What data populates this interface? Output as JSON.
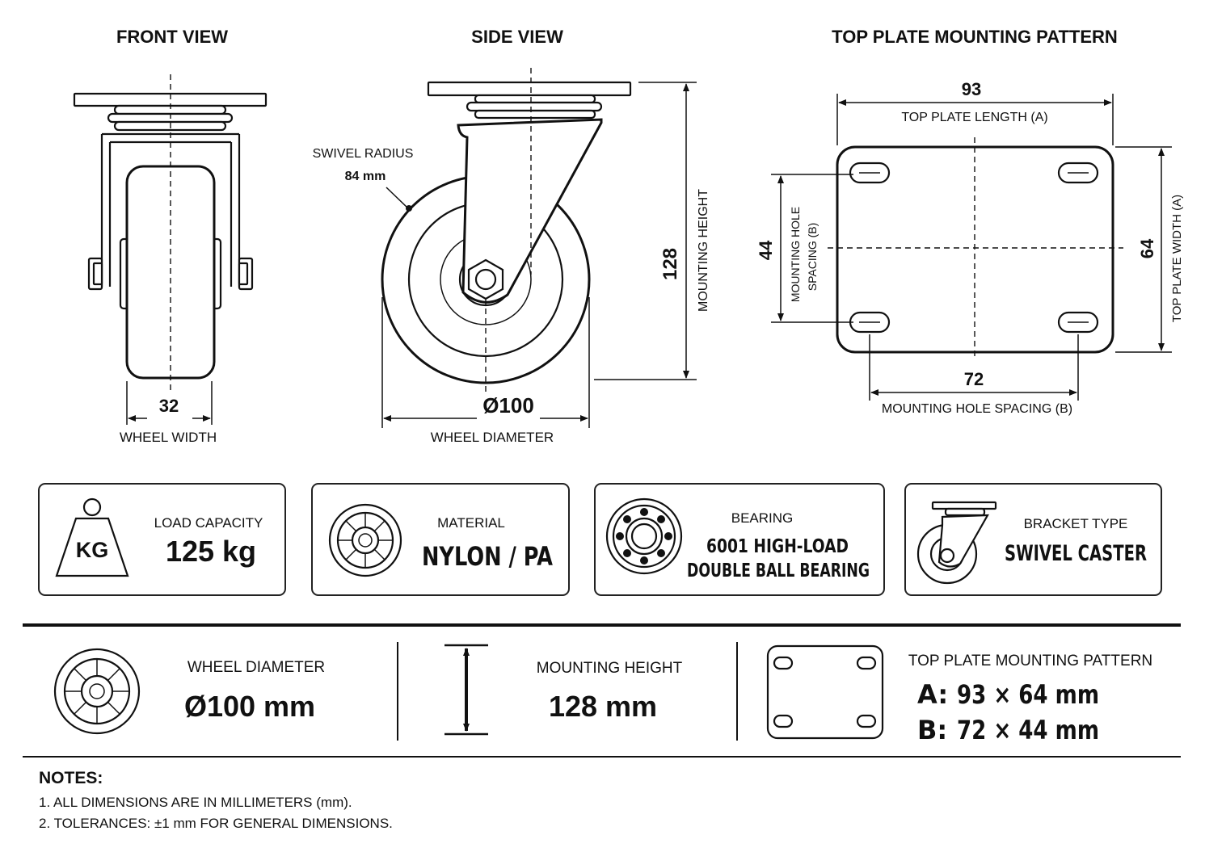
{
  "views": {
    "front": {
      "title": "FRONT VIEW",
      "wheel_width_value": "32",
      "wheel_width_label": "WHEEL WIDTH"
    },
    "side": {
      "title": "SIDE VIEW",
      "swivel_radius_label": "SWIVEL RADIUS",
      "swivel_radius_value": "84 mm",
      "mounting_height_value": "128",
      "mounting_height_label": "MOUNTING HEIGHT",
      "wheel_diameter_value": "Ø100",
      "wheel_diameter_label": "WHEEL DIAMETER"
    },
    "plate": {
      "title": "TOP PLATE MOUNTING PATTERN",
      "length_value": "93",
      "length_label": "TOP PLATE LENGTH (A)",
      "width_value": "64",
      "width_label": "TOP PLATE WIDTH (A)",
      "hole_h_value": "72",
      "hole_h_label": "MOUNTING HOLE SPACING (B)",
      "hole_v_value": "44",
      "hole_v_label_line1": "MOUNTING HOLE",
      "hole_v_label_line2": "SPACING (B)"
    }
  },
  "spec_cards": [
    {
      "icon": "weight-kg-icon",
      "icon_text": "KG",
      "label": "LOAD CAPACITY",
      "value": "125 kg"
    },
    {
      "icon": "nylon-wheel-icon",
      "label": "MATERIAL",
      "value": "NYLON / PA"
    },
    {
      "icon": "ball-bearing-icon",
      "label": "BEARING",
      "value_line1": "6001  HIGH-LOAD",
      "value_line2": "DOUBLE BALL BEARING"
    },
    {
      "icon": "swivel-caster-icon",
      "label": "BRACKET TYPE",
      "value": "SWIVEL CASTER"
    }
  ],
  "summary": {
    "wheel": {
      "icon": "wheel-icon",
      "label": "WHEEL DIAMETER",
      "value": "Ø100 mm"
    },
    "height": {
      "icon": "height-arrow-icon",
      "label": "MOUNTING HEIGHT",
      "value": "128 mm"
    },
    "plate": {
      "icon": "top-plate-icon",
      "label": "TOP PLATE MOUNTING PATTERN",
      "a_prefix": "A:",
      "a_value": "93 × 64 mm",
      "b_prefix": "B:",
      "b_value": "72 × 44 mm"
    }
  },
  "notes": {
    "title": "NOTES:",
    "items": [
      "1.  ALL DIMENSIONS ARE IN MILLIMETERS (mm).",
      "2.  TOLERANCES: ±1 mm FOR GENERAL DIMENSIONS."
    ]
  }
}
